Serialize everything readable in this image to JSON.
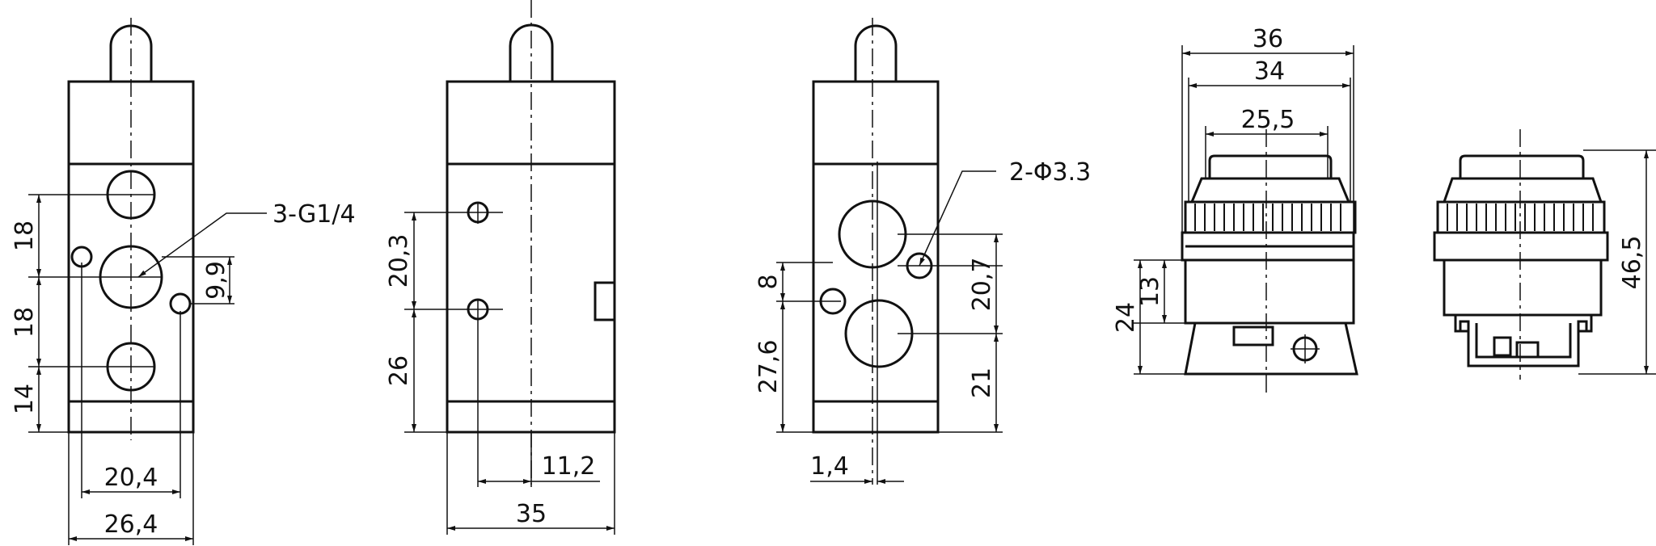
{
  "views": {
    "front": {
      "dim_18_upper": "18",
      "dim_18_lower": "18",
      "dim_14": "14",
      "dim_9_9": "9,9",
      "dim_20_4": "20,4",
      "dim_26_4": "26,4",
      "callout": "3-G1/4"
    },
    "side": {
      "dim_20_3": "20,3",
      "dim_26": "26",
      "dim_11_2": "11,2",
      "dim_35": "35"
    },
    "rear": {
      "dim_20_7": "20,7",
      "dim_21": "21",
      "dim_8": "8",
      "dim_27_6": "27,6",
      "dim_1_4": "1,4",
      "callout": "2-Φ3.3"
    },
    "button_side": {
      "dim_36": "36",
      "dim_34": "34",
      "dim_25_5": "25,5",
      "dim_24": "24",
      "dim_13": "13"
    },
    "button_front": {
      "dim_46_5": "46,5"
    }
  }
}
